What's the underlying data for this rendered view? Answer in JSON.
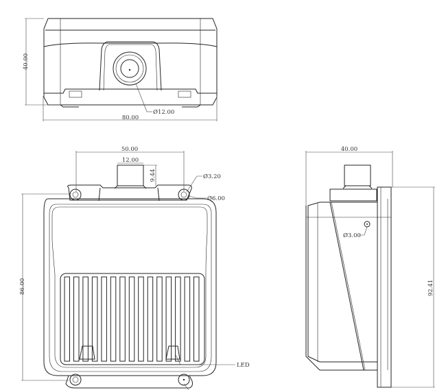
{
  "views": {
    "top": {
      "height_dim": "40.00",
      "width_dim": "80.00",
      "lens_dim": "Ø12.00"
    },
    "front": {
      "hole_spacing_dim": "50.00",
      "connector_width_dim": "12.00",
      "connector_height_dim": "9.44",
      "hole_dim": "Ø3.20",
      "boss_dim": "Ø6.00",
      "height_dim": "86.00",
      "led_label": "LED",
      "grille_slots": 15
    },
    "side": {
      "depth_dim": "40.00",
      "height_dim": "92.41",
      "hole_dim": "Ø3.00"
    }
  }
}
